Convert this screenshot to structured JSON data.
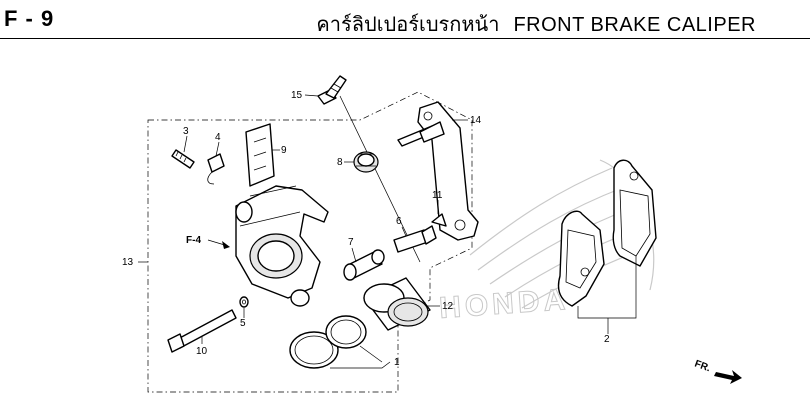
{
  "header": {
    "figure_code": "F - 9",
    "title_thai": "คาร์ลิปเปอร์เบรกหน้า",
    "title_en": "FRONT BRAKE CALIPER"
  },
  "callouts": {
    "p1": "1",
    "p2": "2",
    "p3": "3",
    "p4": "4",
    "p5": "5",
    "p6": "6",
    "p7": "7",
    "p8": "8",
    "p9": "9",
    "p10": "10",
    "p11": "11",
    "p12": "12",
    "p13": "13",
    "p14": "14",
    "p15": "15"
  },
  "reference": {
    "label": "F-4"
  },
  "direction": {
    "label": "FR."
  },
  "watermark": {
    "brand": "HONDA"
  }
}
